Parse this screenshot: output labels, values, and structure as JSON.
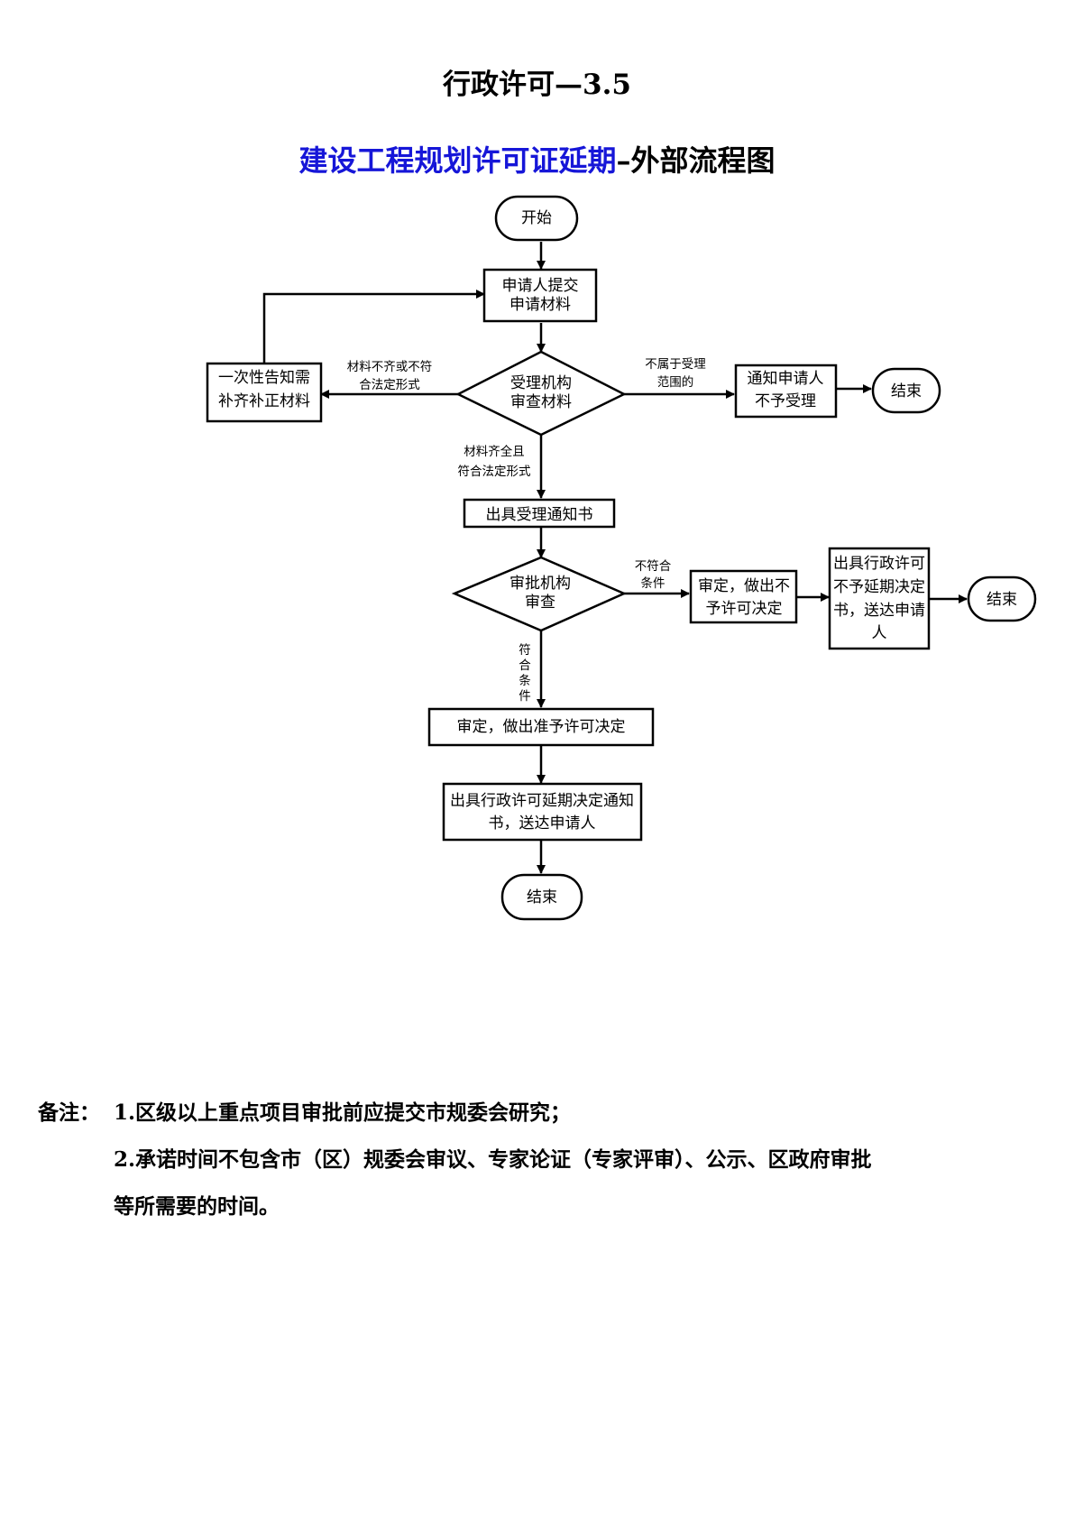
{
  "header": {
    "code": "行政许可—3.5",
    "title_blue": "建设工程规划许可证延期",
    "title_black": "–外部流程图"
  },
  "flow": {
    "start": "开始",
    "submit": [
      "申请人提交",
      "申请材料"
    ],
    "review": [
      "受理机构",
      "审查材料"
    ],
    "correction": [
      "一次性告知需",
      "补齐补正材料"
    ],
    "reject_notice": [
      "通知申请人",
      "不予受理"
    ],
    "end_1": "结束",
    "acceptance": "出具受理通知书",
    "approval": [
      "审批机构",
      "审查"
    ],
    "deny_decision": [
      "审定，做出不",
      "予许可决定"
    ],
    "deny_doc": [
      "出具行政许可",
      "不予延期决定",
      "书，送达申请",
      "人"
    ],
    "end_2": "结束",
    "grant_decision": "审定，做出准予许可决定",
    "grant_doc": [
      "出具行政许可延期决定通知",
      "书，送达申请人"
    ],
    "end_3": "结束",
    "labels": {
      "incomplete": [
        "材料不齐或不符",
        "合法定形式"
      ],
      "out_of_scope": [
        "不属于受理",
        "范围的"
      ],
      "complete": [
        "材料齐全且",
        "符合法定形式"
      ],
      "not_met": [
        "不符合",
        "条件"
      ],
      "met": [
        "符",
        "合",
        "条",
        "件"
      ]
    }
  },
  "notes": {
    "prefix": "备注：",
    "line1": "1.区级以上重点项目审批前应提交市规委会研究；",
    "line2": "2.承诺时间不包含市（区）规委会审议、专家论证（专家评审）、公示、区政府审批",
    "line3": "等所需要的时间。"
  }
}
